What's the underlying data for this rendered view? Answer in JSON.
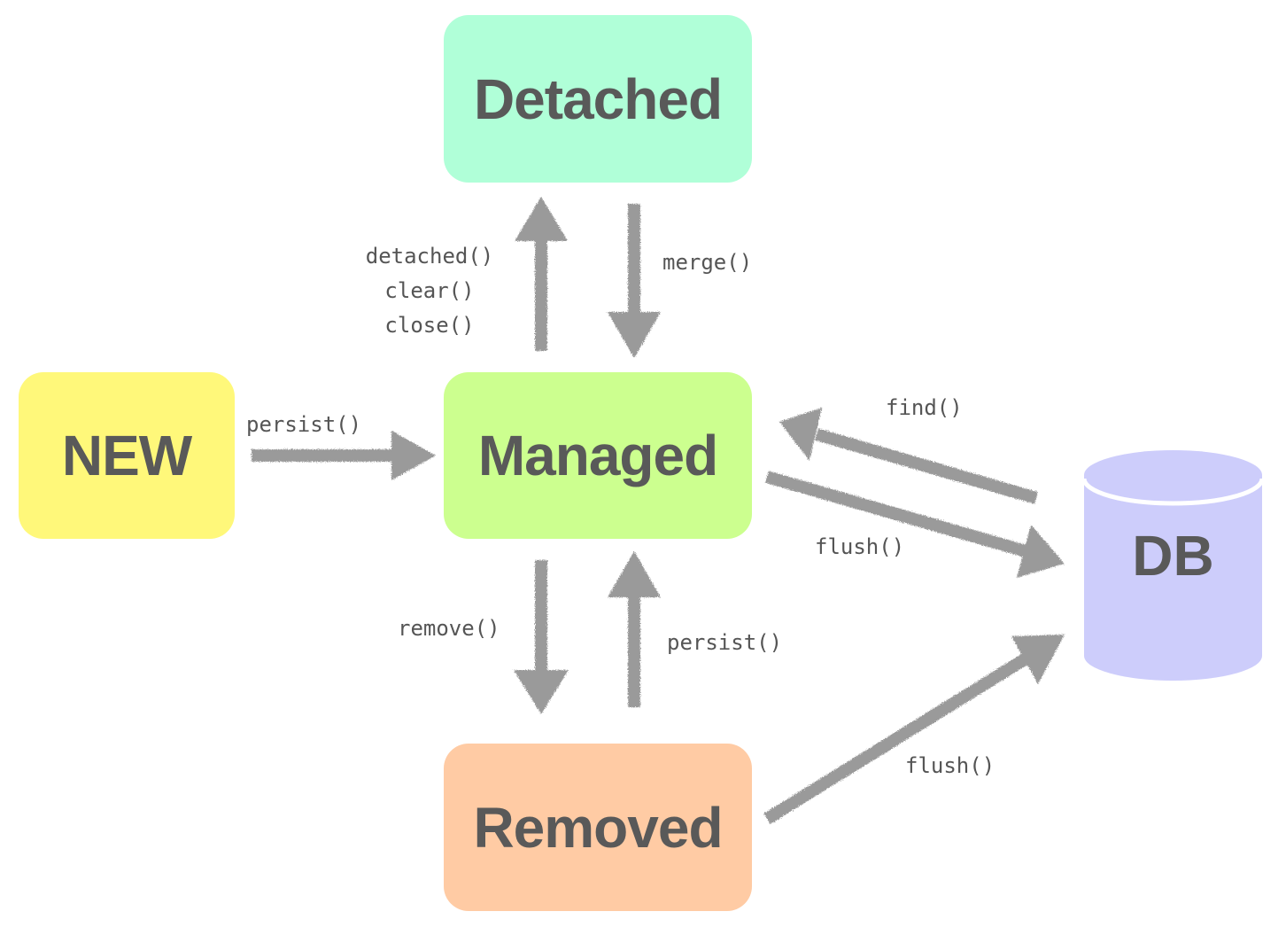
{
  "states": {
    "detached": {
      "label": "Detached",
      "color": "#b0ffd8"
    },
    "new": {
      "label": "NEW",
      "color": "#fff87a"
    },
    "managed": {
      "label": "Managed",
      "color": "#ccff8f"
    },
    "removed": {
      "label": "Removed",
      "color": "#ffcba4"
    }
  },
  "db": {
    "label": "DB",
    "color": "#cdcdfb"
  },
  "transitions": {
    "managed_to_detached": [
      "detached()",
      "clear()",
      "close()"
    ],
    "detached_to_managed": "merge()",
    "new_to_managed": "persist()",
    "db_to_managed": "find()",
    "managed_to_db": "flush()",
    "managed_to_removed": "remove()",
    "removed_to_managed": "persist()",
    "removed_to_db": "flush()"
  },
  "arrow_color": "#9a9a9a"
}
